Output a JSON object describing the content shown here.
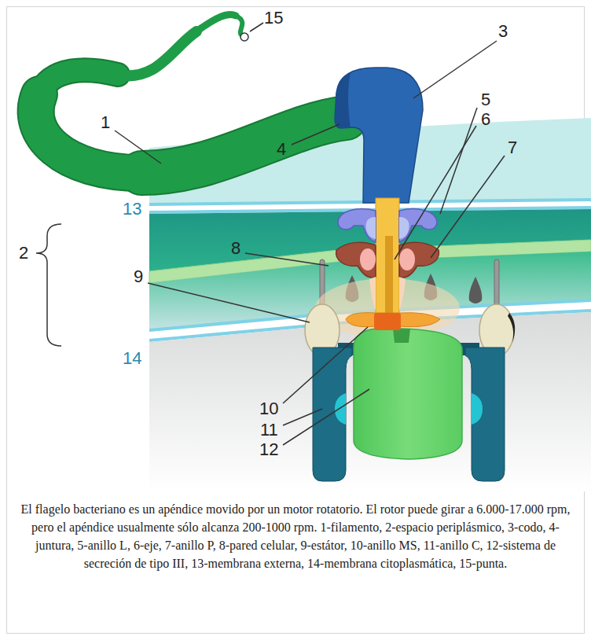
{
  "diagram": {
    "caption": "El flagelo bacteriano es un apéndice movido por un motor rotatorio. El rotor puede girar a 6.000-17.000 rpm, pero el apéndice usualmente sólo alcanza 200-1000 rpm. 1-filamento, 2-espacio periplásmico, 3-codo, 4-juntura, 5-anillo L, 6-eje, 7-anillo P, 8-pared celular, 9-estátor, 10-anillo MS, 11-anillo C, 12-sistema de secreción de tipo III, 13-membrana externa, 14-membrana citoplasmática, 15-punta.",
    "labels": [
      "15",
      "3",
      "5",
      "1",
      "6",
      "4",
      "7",
      "13",
      "8",
      "2",
      "9",
      "14",
      "10",
      "11",
      "12"
    ]
  }
}
